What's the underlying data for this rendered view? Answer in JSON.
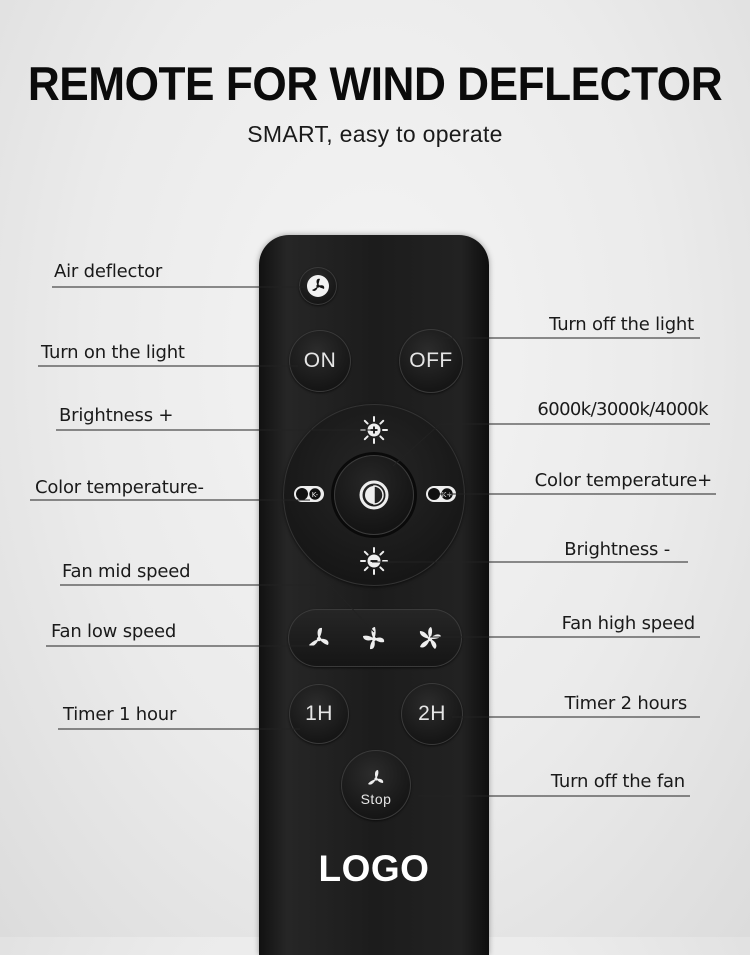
{
  "header": {
    "title": "REMOTE FOR WIND DEFLECTOR",
    "subtitle": "SMART, easy to operate"
  },
  "remote": {
    "buttons": {
      "on": "ON",
      "off": "OFF",
      "timer_1h": "1H",
      "timer_2h": "2H",
      "stop": "Stop"
    },
    "logo": "LOGO",
    "color_temp_minus_glyph": "K-",
    "color_temp_plus_glyph": "K+"
  },
  "callouts": {
    "air_deflector": "Air deflector",
    "turn_on_light": "Turn on the light",
    "turn_off_light": "Turn off the light",
    "brightness_plus": "Brightness +",
    "color_modes": "6000k/3000k/4000k",
    "color_temp_minus": "Color temperature-",
    "color_temp_plus": "Color temperature+",
    "brightness_minus": "Brightness -",
    "fan_mid": "Fan mid speed",
    "fan_low": "Fan low speed",
    "fan_high": "Fan high speed",
    "timer_1h": "Timer 1 hour",
    "timer_2h": "Timer 2 hours",
    "turn_off_fan": "Turn off the fan"
  },
  "colors": {
    "remote_body": "#1c1c1c",
    "button_text": "#e6e6e6",
    "label_text": "#1a1a1a",
    "background": "#ebebeb"
  }
}
